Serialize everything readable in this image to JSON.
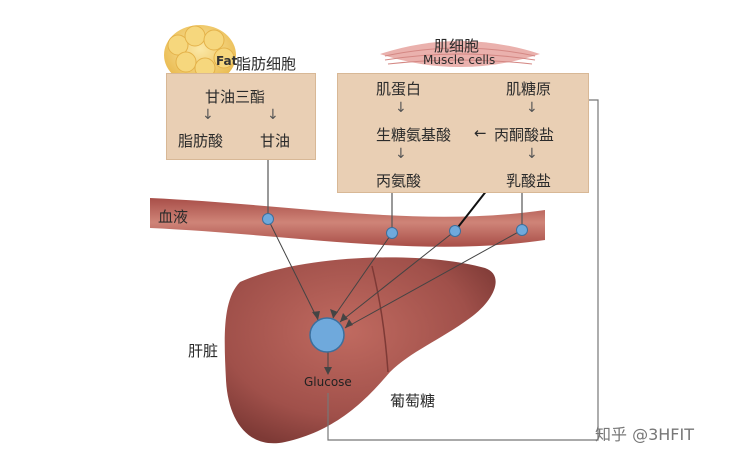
{
  "fat_cell": {
    "caption_en": "Fat",
    "caption_cn": "脂肪细胞",
    "triglyceride": "甘油三酯",
    "fatty_acid": "脂肪酸",
    "glycerol": "甘油",
    "down_arrow": "↓"
  },
  "muscle_cell": {
    "caption_cn": "肌细胞",
    "caption_en": "Muscle cells",
    "muscle_protein": "肌蛋白",
    "glycogen": "肌糖原",
    "glucogenic_amino_acids": "生糖氨基酸",
    "pyruvate": "丙酮酸盐",
    "left_arrow": "←",
    "alanine": "丙氨酸",
    "lactate": "乳酸盐",
    "down_arrow": "↓"
  },
  "blood": "血液",
  "liver": "肝脏",
  "liver_glucose": "Glucose",
  "glucose_cn": "葡萄糖",
  "watermark": "知乎 @3HFIT",
  "colors": {
    "box_fill": "#e9cfb4",
    "vessel": "#b9655a",
    "liver": "#a8554c",
    "node": "#6fa9dc",
    "muscle": "#e3a0a0",
    "fat": "#f3d27a"
  }
}
